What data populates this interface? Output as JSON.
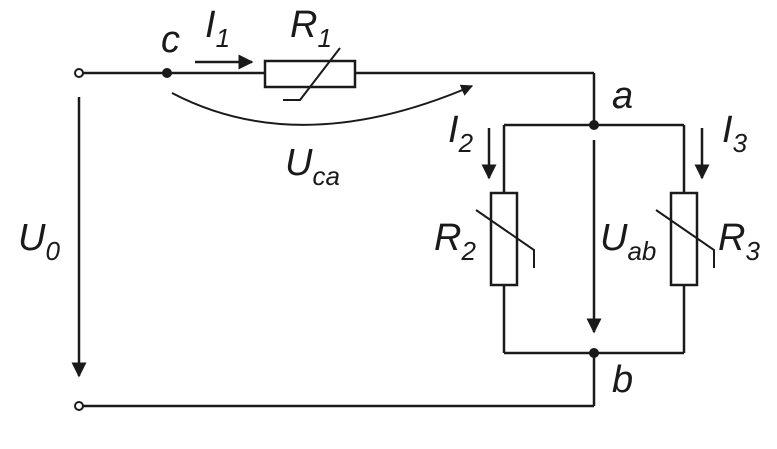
{
  "diagram": {
    "labels": {
      "U0": {
        "main": "U",
        "sub": "0"
      },
      "I1": {
        "main": "I",
        "sub": "1"
      },
      "R1": {
        "main": "R",
        "sub": "1"
      },
      "Uca": {
        "main": "U",
        "sub": "ca"
      },
      "I2": {
        "main": "I",
        "sub": "2"
      },
      "R2": {
        "main": "R",
        "sub": "2"
      },
      "Uab": {
        "main": "U",
        "sub": "ab"
      },
      "I3": {
        "main": "I",
        "sub": "3"
      },
      "R3": {
        "main": "R",
        "sub": "3"
      }
    },
    "nodes": {
      "c": "c",
      "a": "a",
      "b": "b"
    },
    "colors": {
      "line": "#1a1a1a",
      "background": "#ffffff"
    }
  }
}
